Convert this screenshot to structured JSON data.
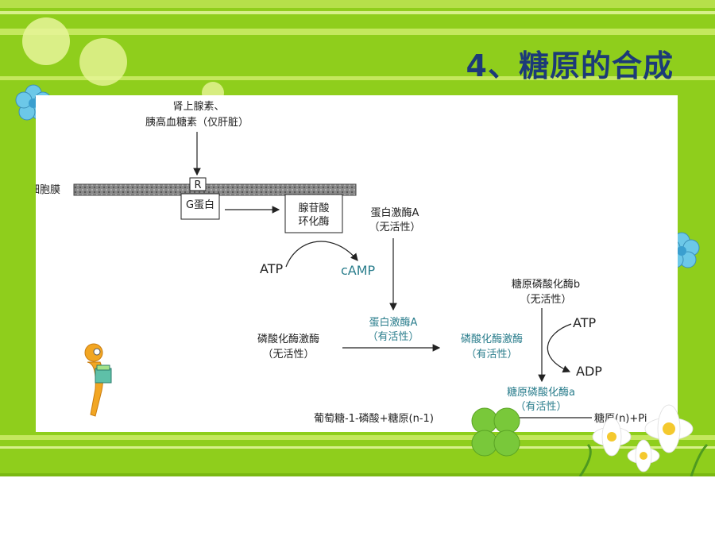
{
  "slide": {
    "title": "4、糖原的合成"
  },
  "diagram": {
    "hormone_line1": "肾上腺素、",
    "hormone_line2": "胰高血糖素（仅肝脏）",
    "membrane_label": "细胞膜",
    "receptor": "R",
    "g_protein": "G蛋白",
    "cyclase_line1": "腺苷酸",
    "cyclase_line2": "环化酶",
    "atp_1": "ATP",
    "camp": "cAMP",
    "pka_inactive_line1": "蛋白激酶A",
    "pka_inactive_line2": "（无活性）",
    "pka_active_line1": "蛋白激酶A",
    "pka_active_line2": "（有活性）",
    "phk_inactive_line1": "磷酸化酶激酶",
    "phk_inactive_line2": "（无活性）",
    "phk_active_line1": "磷酸化酶激酶",
    "phk_active_line2": "（有活性）",
    "gp_b_line1": "糖原磷酸化酶b",
    "gp_b_line2": "（无活性）",
    "atp_2": "ATP",
    "adp": "ADP",
    "gp_a_line1": "糖原磷酸化酶a",
    "gp_a_line2": "（有活性）",
    "product": "葡萄糖-1-磷酸+糖原(n-1)",
    "substrate": "糖原(n)+Pi"
  },
  "colors": {
    "background_green": "#8fce1c",
    "title_blue": "#1c3a78",
    "teal_text": "#2a7d8c"
  }
}
